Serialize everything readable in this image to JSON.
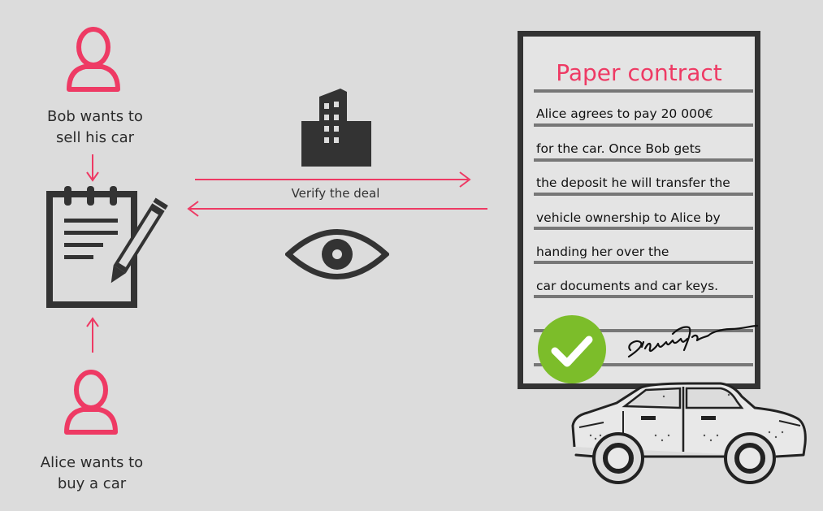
{
  "bob": {
    "label_line1": "Bob wants to",
    "label_line2": "sell his car"
  },
  "alice": {
    "label_line1": "Alice wants to",
    "label_line2": "buy  a  car"
  },
  "verify_label": "Verify the deal",
  "contract": {
    "title": "Paper contract",
    "lines": [
      "Alice agrees to pay 20 000€",
      "for the car. Once Bob gets",
      "the deposit he will transfer the",
      "vehicle ownership to Alice by",
      "handing her over the",
      "car documents and car keys."
    ],
    "signature": "Signature"
  },
  "icons": {
    "person": "person-icon",
    "notepad": "notepad-pencil-icon",
    "building": "building-icon",
    "eye": "eye-icon",
    "check": "checkmark-icon",
    "car": "car-icon"
  },
  "colors": {
    "accent": "#ee3a64",
    "dark": "#333333",
    "check_green": "#7cbd2a",
    "background": "#dcdcdc"
  }
}
